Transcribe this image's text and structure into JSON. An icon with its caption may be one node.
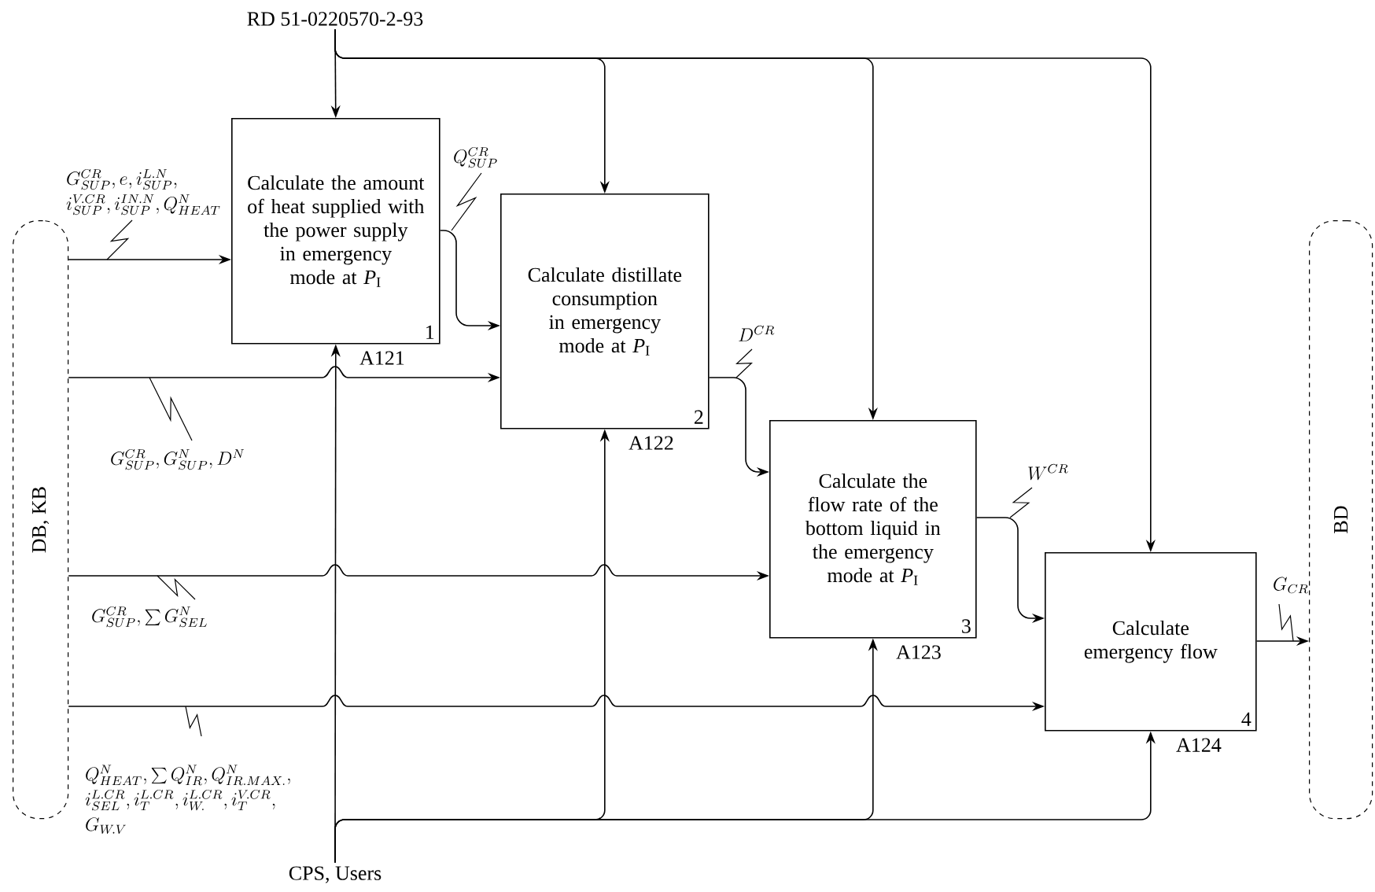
{
  "diagram": {
    "nodes": [
      {
        "text": [
          "RD 51-0220570-2-93"
        ]
      },
      {
        "text": [
          "DB, KB"
        ]
      },
      {
        "text": [
          "Calculate the amount of heat supplied with the power supply in emergency mode at *P*$_{I}$",
          "1"
        ],
        "beside": [
          "A121"
        ]
      },
      {
        "text": [
          "Calculate distillate consumption in emergency mode at *P*$_{I}$",
          "2"
        ],
        "beside": [
          "A122"
        ]
      },
      {
        "text": [
          "Calculate the flow rate of the bottom liquid in the emergency mode at *P*$_{I}$",
          "3"
        ],
        "beside": [
          "A123"
        ]
      },
      {
        "text": [
          "Calculate emergency flow",
          "4"
        ],
        "beside": [
          "A124"
        ]
      },
      {
        "text": [
          "BD"
        ]
      },
      {
        "text": [
          "CPS, Users"
        ]
      }
    ],
    "edges": [
      {
        "from": 0,
        "to": 2,
        "arrow": "to"
      },
      {
        "from": 0,
        "to": 3,
        "arrow": "to"
      },
      {
        "from": 0,
        "to": 4,
        "arrow": "to"
      },
      {
        "from": 0,
        "to": 5,
        "arrow": "to"
      },
      {
        "from": 1,
        "to": 2,
        "arrow": "to",
        "label": "G^{CR}_{SUP}, e, i^{L.N}_{SUP},\\allowbreak i^{V.CR}_{SUP}, i^{IN.N}_{SUP}, Q^{N}_{HEAT}"
      },
      {
        "from": 1,
        "to": 3,
        "arrow": "to",
        "label": "G^{CR}_{SUP}, G^{N}_{SUP}, D^{N}"
      },
      {
        "from": 1,
        "to": 4,
        "arrow": "to",
        "label": "G^{CR}_{SUP}, \\sum G^{N}_{SEL}"
      },
      {
        "from": 1,
        "to": 5,
        "arrow": "to",
        "label": "Q^{N}_{HEAT}, \\sum Q^{N}_{IR}, Q^{N}_{IR.MAX.},\\allowbreak i^{L.CR}_{SEL}, i^{L.CR}_{T}, i^{L.CR}_{W.}, i^{V.CR}_{T},\\allowbreak G_{W.V}"
      },
      {
        "from": 2,
        "to": 3,
        "arrow": "to",
        "label": "Q^{CR}_{SUP}"
      },
      {
        "from": 3,
        "to": 4,
        "arrow": "to",
        "label": "D^{CR}"
      },
      {
        "from": 4,
        "to": 5,
        "arrow": "to",
        "label": "W^{CR}"
      },
      {
        "from": 5,
        "to": 6,
        "arrow": "to",
        "label": "G_{CR}"
      },
      {
        "from": 7,
        "to": 2,
        "arrow": "to"
      },
      {
        "from": 7,
        "to": 3,
        "arrow": "to"
      },
      {
        "from": 7,
        "to": 4,
        "arrow": "to"
      },
      {
        "from": 7,
        "to": 5,
        "arrow": "to"
      }
    ]
  }
}
